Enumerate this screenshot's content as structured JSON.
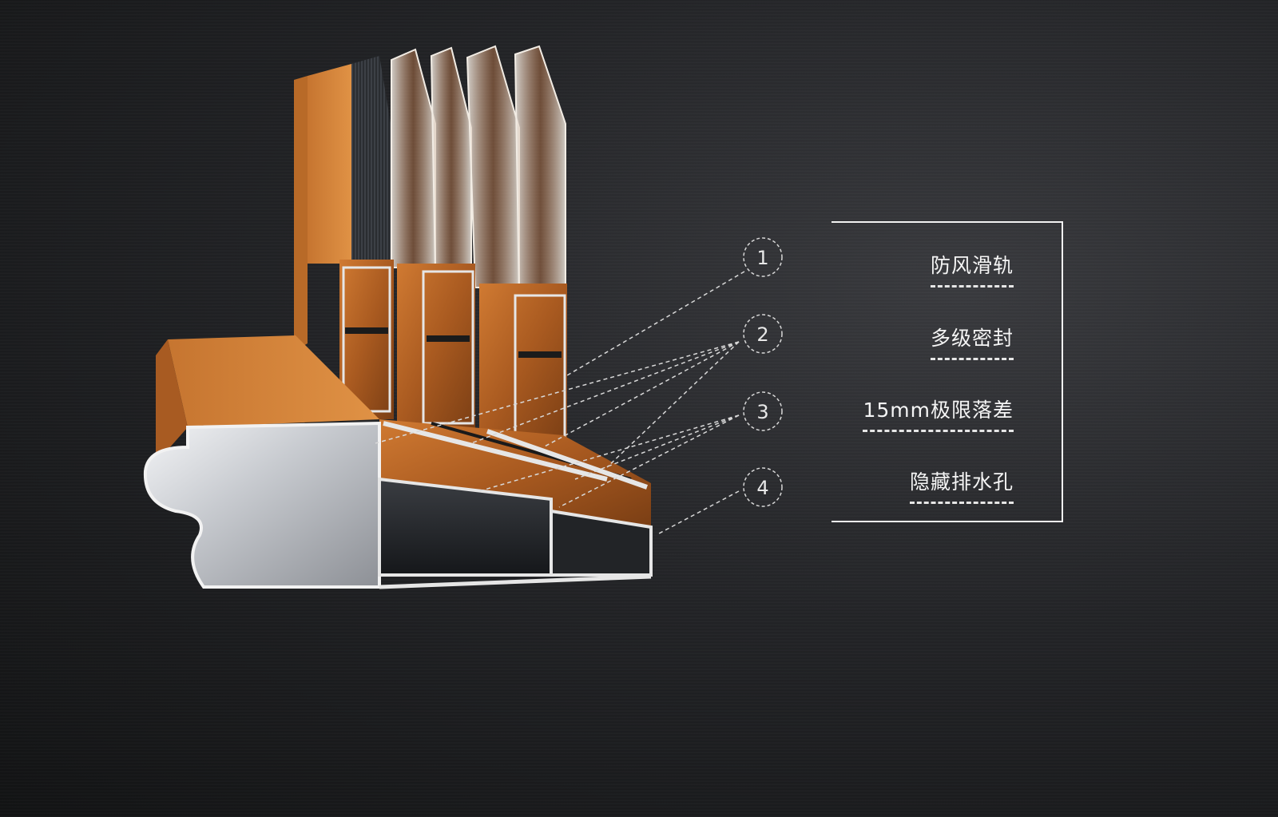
{
  "callouts": [
    {
      "number": "1",
      "label": "防风滑轨"
    },
    {
      "number": "2",
      "label": "多级密封"
    },
    {
      "number": "3",
      "label": "15mm极限落差"
    },
    {
      "number": "4",
      "label": "隐藏排水孔"
    }
  ],
  "colors": {
    "background": "#1c1d1f",
    "wood": "#b8692a",
    "aluminum": "#c9ccd0",
    "glass": "#d9d2c8",
    "line": "#e8e8e8"
  }
}
